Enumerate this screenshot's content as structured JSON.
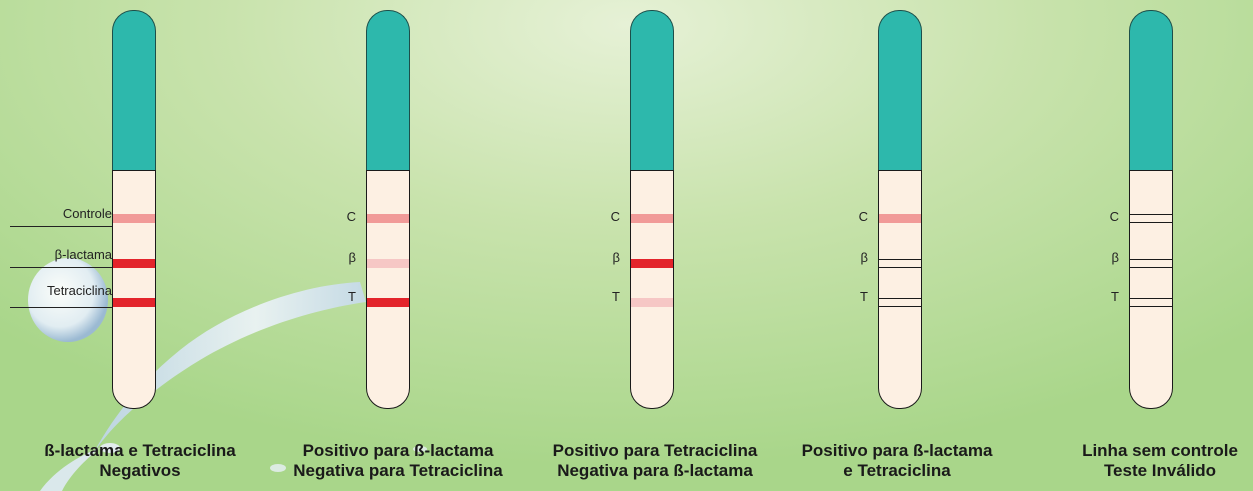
{
  "left_legend": {
    "controle": "Controle",
    "betalactama": "β-lactama",
    "tetraciclina": "Tetraciclina"
  },
  "strip_labels": {
    "c": "C",
    "b": "β",
    "t": "T"
  },
  "strips": [
    {
      "id": "negativos",
      "bands": {
        "c": "pink",
        "b": "red",
        "t": "red"
      },
      "caption": [
        "ß-lactama e Tetraciclina",
        "Negativos"
      ]
    },
    {
      "id": "pos-betalactama",
      "bands": {
        "c": "pink",
        "b": "light",
        "t": "red"
      },
      "caption": [
        "Positivo para ß-lactama",
        "Negativa para Tetraciclina"
      ]
    },
    {
      "id": "pos-tetraciclina",
      "bands": {
        "c": "pink",
        "b": "red",
        "t": "light"
      },
      "caption": [
        "Positivo para Tetraciclina",
        "Negativa para ß-lactama"
      ]
    },
    {
      "id": "pos-ambos",
      "bands": {
        "c": "pink",
        "b": "empty",
        "t": "empty"
      },
      "caption": [
        "Positivo para ß-lactama",
        "e Tetraciclina"
      ]
    },
    {
      "id": "invalido",
      "bands": {
        "c": "empty",
        "b": "empty",
        "t": "empty"
      },
      "caption": [
        "Linha sem controle",
        "Teste Inválido"
      ]
    }
  ],
  "colors": {
    "cap": "#2db8ac",
    "strip_body": "#fdf0e3",
    "control_band": "#f19a98",
    "positive_band": "#e3242b",
    "faint_band": "#f6c7c5"
  }
}
